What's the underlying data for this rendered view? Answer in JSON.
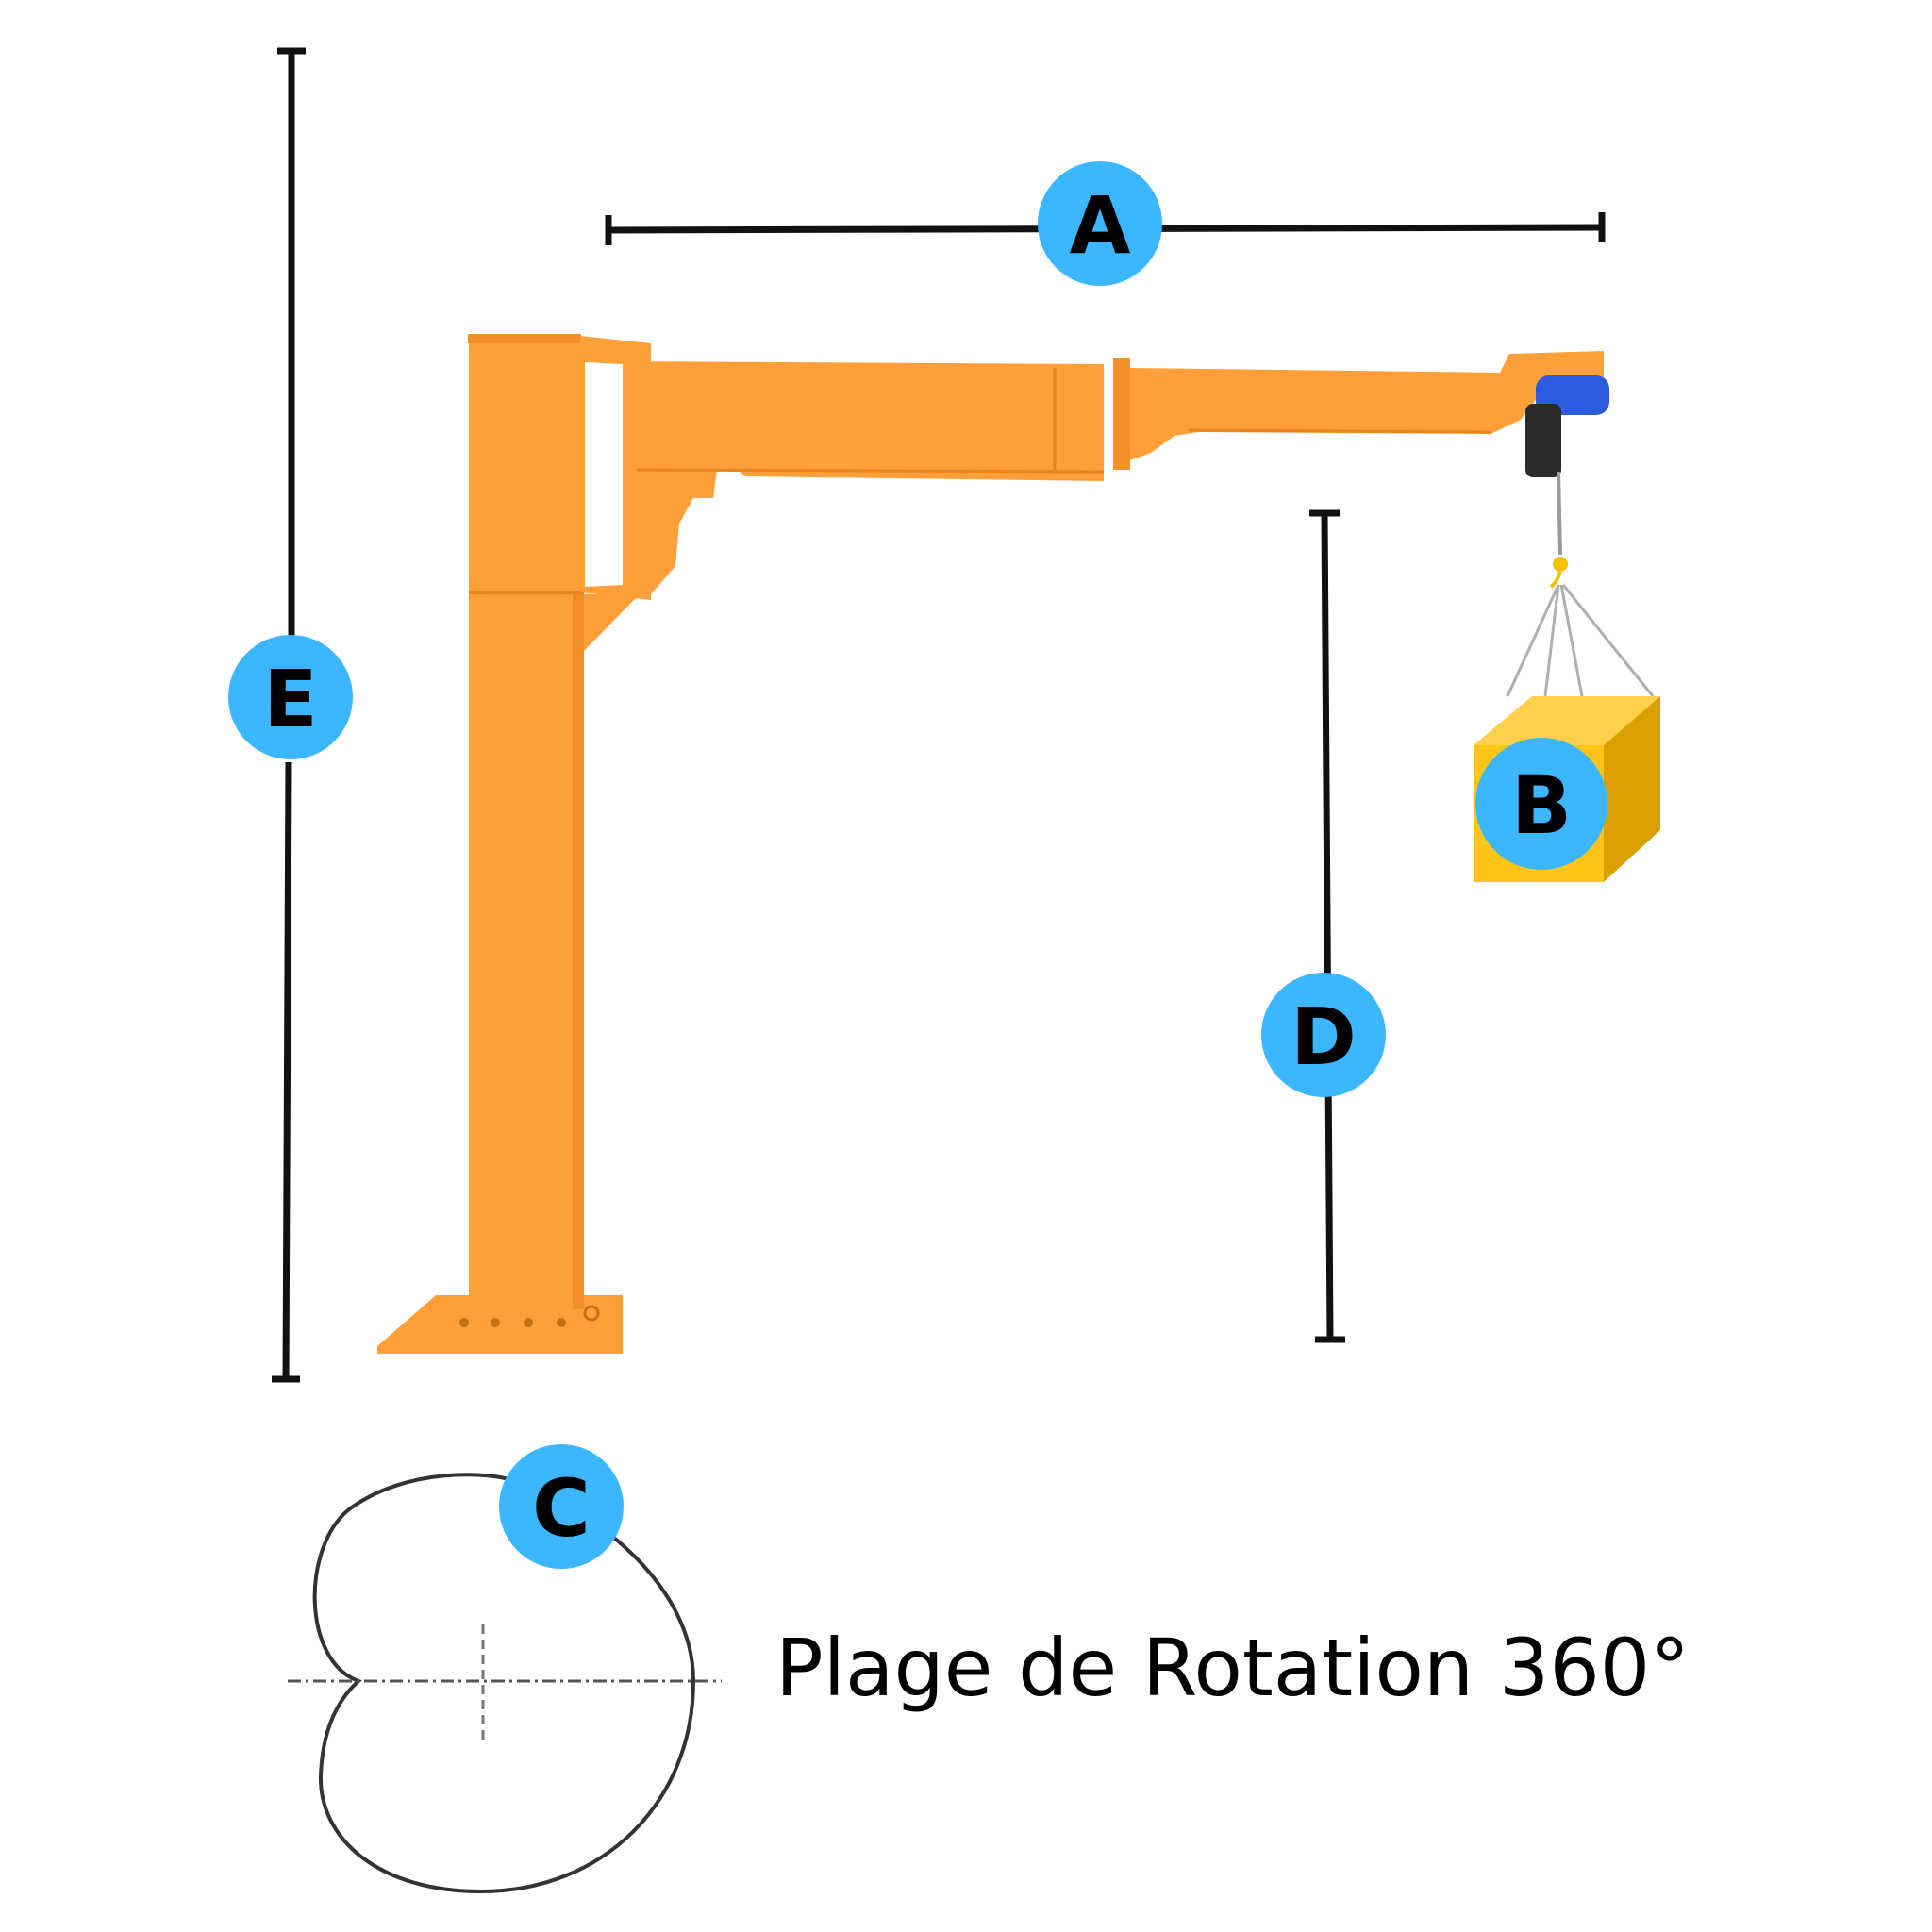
{
  "labels": {
    "a": "A",
    "b": "B",
    "c": "C",
    "d": "D",
    "e": "E"
  },
  "caption": "Plage de Rotation 360°",
  "colors": {
    "crane": "#FF9F3A",
    "crane_shadow": "#E88420",
    "badge": "#3BB6FF",
    "dimension_line": "#111111",
    "hoist": "#2D5BE0",
    "load_front": "#FFC41A",
    "load_side": "#D9A000",
    "load_top": "#FFD04A",
    "rotation_outline": "#333333"
  },
  "icons": {
    "crane": "jib-crane",
    "hoist": "electric-hoist",
    "load": "cargo-box",
    "rotation": "rotation-range-outline"
  }
}
